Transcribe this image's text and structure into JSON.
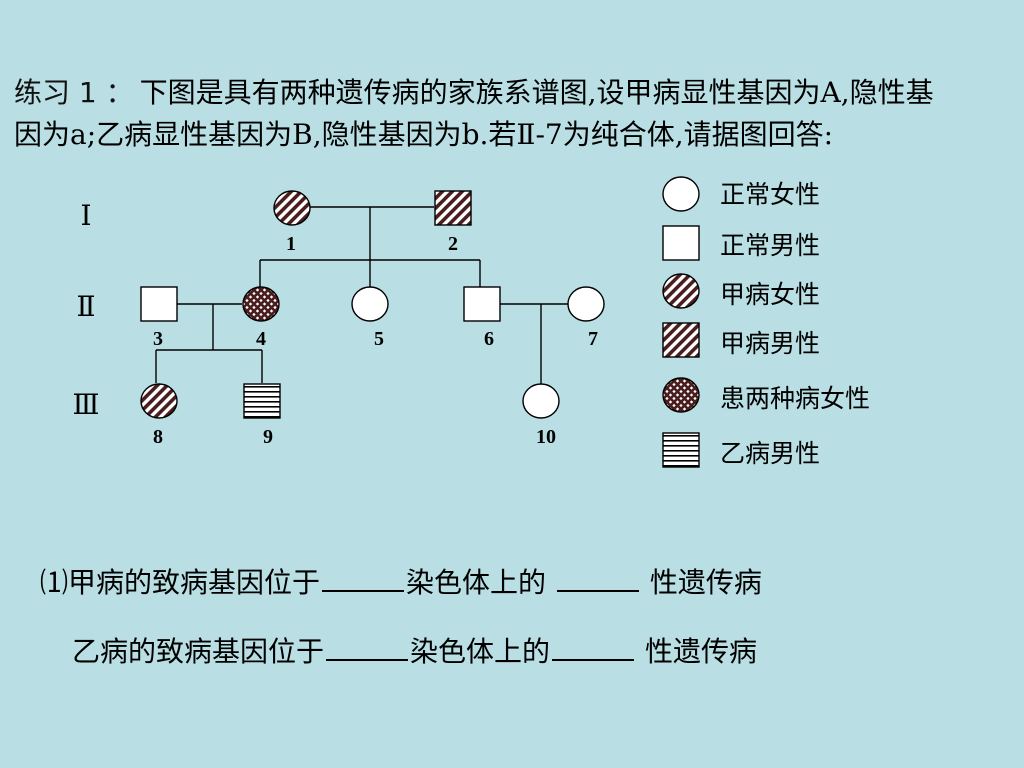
{
  "intro": {
    "label": "练习 1 ：",
    "text": "下图是具有两种遗传病的家族系谱图,设甲病显性基因为A,隐性基因为a;乙病显性基因为B,隐性基因为b.若Ⅱ-7为纯合体,请据图回答:"
  },
  "generations": [
    "Ⅰ",
    "Ⅱ",
    "Ⅲ"
  ],
  "individuals": [
    {
      "id": "1",
      "sex": "female",
      "status": "disease-a"
    },
    {
      "id": "2",
      "sex": "male",
      "status": "disease-a"
    },
    {
      "id": "3",
      "sex": "male",
      "status": "normal"
    },
    {
      "id": "4",
      "sex": "female",
      "status": "both-diseases"
    },
    {
      "id": "5",
      "sex": "female",
      "status": "normal"
    },
    {
      "id": "6",
      "sex": "male",
      "status": "normal"
    },
    {
      "id": "7",
      "sex": "female",
      "status": "normal"
    },
    {
      "id": "8",
      "sex": "female",
      "status": "disease-a"
    },
    {
      "id": "9",
      "sex": "male",
      "status": "disease-b"
    },
    {
      "id": "10",
      "sex": "female",
      "status": "normal"
    }
  ],
  "legend": [
    {
      "label": "正常女性",
      "sex": "female",
      "status": "normal"
    },
    {
      "label": "正常男性",
      "sex": "male",
      "status": "normal"
    },
    {
      "label": "甲病女性",
      "sex": "female",
      "status": "disease-a"
    },
    {
      "label": "甲病男性",
      "sex": "male",
      "status": "disease-a"
    },
    {
      "label": "患两种病女性",
      "sex": "female",
      "status": "both-diseases"
    },
    {
      "label": "乙病男性",
      "sex": "male",
      "status": "disease-b"
    }
  ],
  "questions": [
    {
      "prefix": "⑴甲病的致病基因位于",
      "mid": "染色体上的",
      "suffix": "性遗传病"
    },
    {
      "prefix": "乙病的致病基因位于",
      "mid": "染色体上的",
      "suffix": "性遗传病"
    }
  ],
  "colors": {
    "background": "#b9dfe4",
    "line": "#000000",
    "fill": "#ffffff",
    "affected_dark": "#4a1e1e"
  }
}
